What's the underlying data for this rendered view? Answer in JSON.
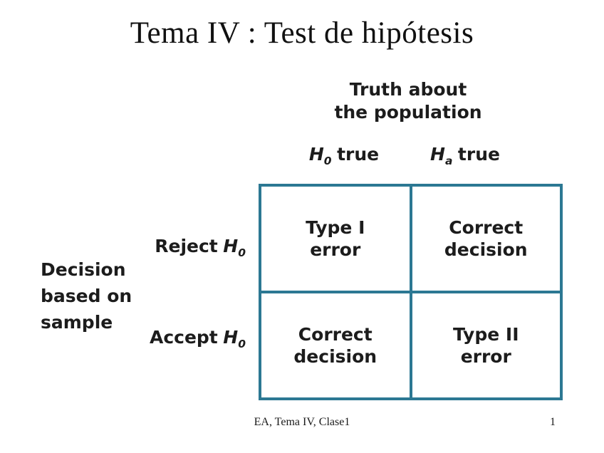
{
  "colors": {
    "table_border": "#2c7893",
    "text": "#1c1c1c",
    "background": "#ffffff"
  },
  "slide": {
    "title": "Tema IV : Test de hipótesis",
    "footer": {
      "left_text": "EA, Tema IV, Clase1",
      "page_number": "1"
    }
  },
  "matrix": {
    "column_group_label": [
      "Truth about",
      "the population"
    ],
    "columns": [
      {
        "symbol": "H",
        "subscript": "0",
        "label": "true"
      },
      {
        "symbol": "H",
        "subscript": "a",
        "label": "true"
      }
    ],
    "row_group_label": [
      "Decision",
      "based on",
      "sample"
    ],
    "rows": [
      {
        "action": "Reject",
        "symbol": "H",
        "subscript": "0"
      },
      {
        "action": "Accept",
        "symbol": "H",
        "subscript": "0"
      }
    ],
    "cells": [
      [
        "Type I",
        "error"
      ],
      [
        "Correct",
        "decision"
      ],
      [
        "Correct",
        "decision"
      ],
      [
        "Type II",
        "error"
      ]
    ]
  }
}
